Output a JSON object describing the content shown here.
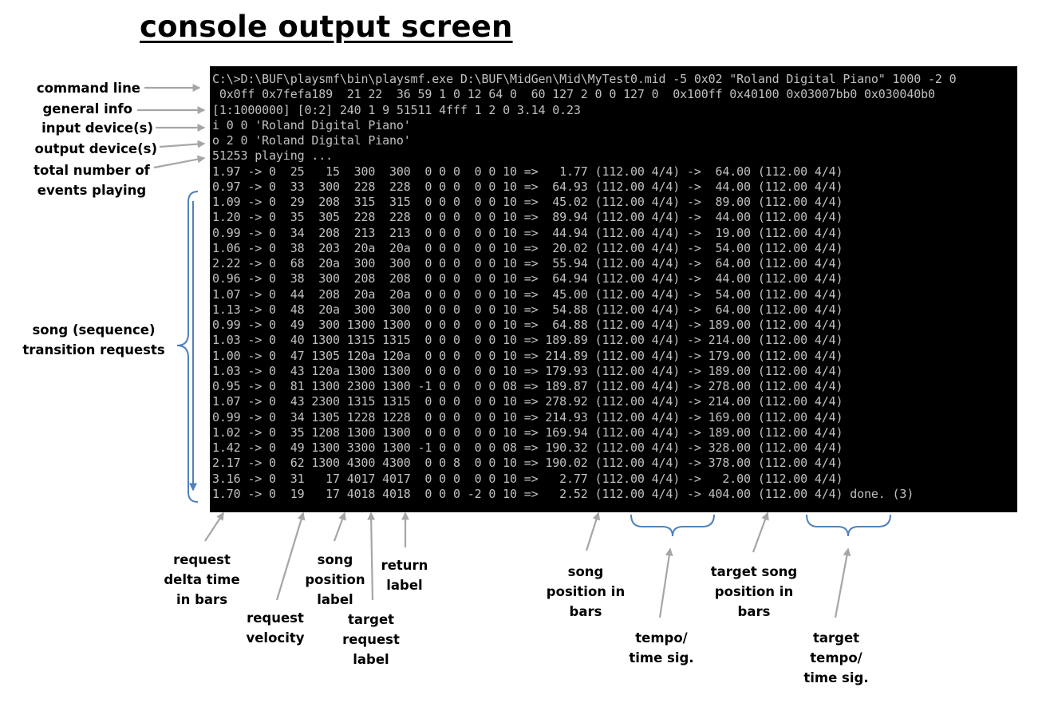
{
  "title": "console output screen",
  "console_lines": [
    "C:\\>D:\\BUF\\playsmf\\bin\\playsmf.exe D:\\BUF\\MidGen\\Mid\\MyTest0.mid -5 0x02 \"Roland Digital Piano\" 1000 -2 0",
    " 0x0ff 0x7fefa189  21 22  36 59 1 0 12 64 0  60 127 2 0 0 127 0  0x100ff 0x40100 0x03007bb0 0x030040b0",
    "[1:1000000] [0:2] 240 1 9 51511 4fff 1 2 0 3.14 0.23",
    "i 0 0 'Roland Digital Piano'",
    "o 2 0 'Roland Digital Piano'",
    "51253 playing ...",
    "1.97 -> 0  25   15  300  300  0 0 0  0 0 10 =>   1.77 (112.00 4/4) ->  64.00 (112.00 4/4)",
    "0.97 -> 0  33  300  228  228  0 0 0  0 0 10 =>  64.93 (112.00 4/4) ->  44.00 (112.00 4/4)",
    "1.09 -> 0  29  208  315  315  0 0 0  0 0 10 =>  45.02 (112.00 4/4) ->  89.00 (112.00 4/4)",
    "1.20 -> 0  35  305  228  228  0 0 0  0 0 10 =>  89.94 (112.00 4/4) ->  44.00 (112.00 4/4)",
    "0.99 -> 0  34  208  213  213  0 0 0  0 0 10 =>  44.94 (112.00 4/4) ->  19.00 (112.00 4/4)",
    "1.06 -> 0  38  203  20a  20a  0 0 0  0 0 10 =>  20.02 (112.00 4/4) ->  54.00 (112.00 4/4)",
    "2.22 -> 0  68  20a  300  300  0 0 0  0 0 10 =>  55.94 (112.00 4/4) ->  64.00 (112.00 4/4)",
    "0.96 -> 0  38  300  208  208  0 0 0  0 0 10 =>  64.94 (112.00 4/4) ->  44.00 (112.00 4/4)",
    "1.07 -> 0  44  208  20a  20a  0 0 0  0 0 10 =>  45.00 (112.00 4/4) ->  54.00 (112.00 4/4)",
    "1.13 -> 0  48  20a  300  300  0 0 0  0 0 10 =>  54.88 (112.00 4/4) ->  64.00 (112.00 4/4)",
    "0.99 -> 0  49  300 1300 1300  0 0 0  0 0 10 =>  64.88 (112.00 4/4) -> 189.00 (112.00 4/4)",
    "1.03 -> 0  40 1300 1315 1315  0 0 0  0 0 10 => 189.89 (112.00 4/4) -> 214.00 (112.00 4/4)",
    "1.00 -> 0  47 1305 120a 120a  0 0 0  0 0 10 => 214.89 (112.00 4/4) -> 179.00 (112.00 4/4)",
    "1.03 -> 0  43 120a 1300 1300  0 0 0  0 0 10 => 179.93 (112.00 4/4) -> 189.00 (112.00 4/4)",
    "0.95 -> 0  81 1300 2300 1300 -1 0 0  0 0 08 => 189.87 (112.00 4/4) -> 278.00 (112.00 4/4)",
    "1.07 -> 0  43 2300 1315 1315  0 0 0  0 0 10 => 278.92 (112.00 4/4) -> 214.00 (112.00 4/4)",
    "0.99 -> 0  34 1305 1228 1228  0 0 0  0 0 10 => 214.93 (112.00 4/4) -> 169.00 (112.00 4/4)",
    "1.02 -> 0  35 1208 1300 1300  0 0 0  0 0 10 => 169.94 (112.00 4/4) -> 189.00 (112.00 4/4)",
    "1.42 -> 0  49 1300 3300 1300 -1 0 0  0 0 08 => 190.32 (112.00 4/4) -> 328.00 (112.00 4/4)",
    "2.17 -> 0  62 1300 4300 4300  0 0 8  0 0 10 => 190.02 (112.00 4/4) -> 378.00 (112.00 4/4)",
    "3.16 -> 0  31   17 4017 4017  0 0 0  0 0 10 =>   2.77 (112.00 4/4) ->   2.00 (112.00 4/4)",
    "1.70 -> 0  19   17 4018 4018  0 0 0 -2 0 10 =>   2.52 (112.00 4/4) -> 404.00 (112.00 4/4) done. (3)"
  ],
  "labels": {
    "command_line": "command line",
    "general_info": "general info",
    "input_devices": "input device(s)",
    "output_devices": "output device(s)",
    "total_events": [
      "total number of",
      "events playing"
    ],
    "transition_requests": [
      "song (sequence)",
      "transition  requests"
    ],
    "request_delta": [
      "request",
      "delta time",
      "in bars"
    ],
    "request_velocity": [
      "request",
      "velocity"
    ],
    "song_position_label": [
      "song",
      "position",
      "label"
    ],
    "target_request_label": [
      "target",
      "request",
      "label"
    ],
    "return_label": [
      "return",
      "label"
    ],
    "song_position_bars": [
      "song",
      "position  in",
      "bars"
    ],
    "tempo_timesig": [
      "tempo/",
      "time sig."
    ],
    "target_song_position": [
      "target song",
      "position in",
      "bars"
    ],
    "target_tempo_timesig": [
      "target",
      "tempo/",
      "time sig."
    ]
  },
  "colors": {
    "console_bg": "#000000",
    "console_text": "#c0c0c0",
    "arrow_gray": "#a6a6a6",
    "brace_blue": "#4f81bd"
  }
}
